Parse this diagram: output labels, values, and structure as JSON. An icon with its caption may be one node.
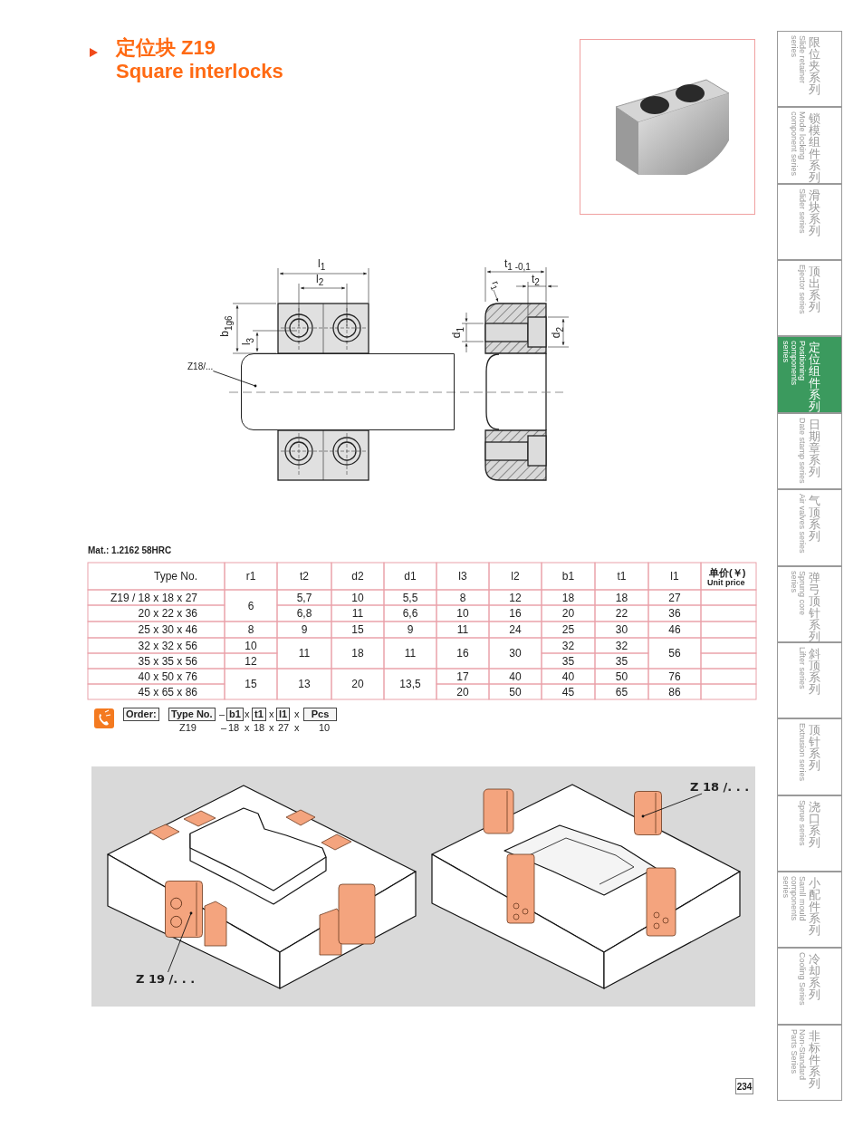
{
  "diagram": {
    "title": "定位块 Z19",
    "nodes": [
      {
        "text": [
          "Z18/..."
        ]
      },
      {
        "text": [],
        "shape": "bar"
      },
      {
        "text": [
          "Order:"
        ]
      },
      {
        "text": [
          "Type No."
        ]
      },
      {
        "text": [
          "b1"
        ]
      },
      {
        "text": [
          "t1"
        ]
      },
      {
        "text": [
          "l1"
        ]
      },
      {
        "text": [
          "Pcs"
        ]
      },
      {
        "text": [
          "Z 18 /. . ."
        ]
      },
      {
        "text": [],
        "shape": "picture"
      },
      {
        "text": [
          "Z 19 /. . ."
        ]
      },
      {
        "text": [],
        "shape": "picture"
      },
      {
        "text": [
          "234"
        ]
      },
      {
        "text": [
          "限位夹系列",
          "Slide retainer series"
        ]
      },
      {
        "text": [
          "锁模组件系列",
          "Mode locking component series"
        ]
      },
      {
        "text": [
          "滑块系列",
          "Slider series"
        ]
      },
      {
        "text": [
          "顶出系列",
          "Ejector series"
        ]
      },
      {
        "text": [
          "定位组件系列",
          "Positioning components series"
        ]
      },
      {
        "text": [
          "日期章系列",
          "Date stamp series"
        ]
      },
      {
        "text": [
          "气顶系列",
          "Air valves series"
        ]
      },
      {
        "text": [
          "弹弓顶针系列",
          "Sprung core series"
        ]
      },
      {
        "text": [
          "斜顶系列",
          "Lifter series"
        ]
      },
      {
        "text": [
          "顶针系列",
          "Extrusion series"
        ]
      },
      {
        "text": [
          "浇口系列",
          "Sprue series"
        ]
      },
      {
        "text": [
          "小配件系列",
          "Samll mould components series"
        ]
      },
      {
        "text": [
          "冷却系列",
          "Cooling Series"
        ]
      },
      {
        "text": [
          "非标件系列",
          "Non-Standard Parts Series"
        ]
      }
    ],
    "edges": [
      {
        "from": 0,
        "to": 1,
        "arrow": "other"
      },
      {
        "from": 8,
        "to": 9,
        "arrow": "other"
      },
      {
        "from": 10,
        "to": 11,
        "arrow": "other"
      }
    ],
    "labels": [
      "Square interlocks",
      "l$_{1}$",
      "l$_{2}$",
      "b$_{1g6}$",
      "l$_{3}$",
      "t$_{1 -0,1}$",
      "t$_{2}$",
      "r$_{1}$",
      "d$_{1}$",
      "d$_{2}$",
      "Mat.: 1.2162 58HRC",
      "Type No.",
      "r1",
      "t2",
      "d2",
      "d1",
      "l3",
      "l2",
      "b1",
      "t1",
      "l1",
      "单价(￥)",
      "Unit price",
      "Z19 / 18 x 18 x 27",
      "6",
      "5,7",
      "10",
      "5,5",
      "8",
      "12",
      "18",
      "18",
      "27",
      "20 x 22 x 36",
      "6,8",
      "11",
      "6,6",
      "10",
      "16",
      "20",
      "22",
      "36",
      "25 x 30 x 46",
      "8",
      "9",
      "15",
      "9",
      "11",
      "24",
      "25",
      "30",
      "46",
      "32 x 32 x 56",
      "10",
      "11",
      "18",
      "11",
      "16",
      "30",
      "32",
      "32",
      "56",
      "35 x 35 x 56",
      "12",
      "35",
      "35",
      "40 x 50 x 76",
      "15",
      "13",
      "20",
      "13,5",
      "17",
      "40",
      "40",
      "50",
      "76",
      "45 x 65 x 86",
      "20",
      "50",
      "45",
      "65",
      "86",
      "–",
      "x",
      "x",
      "x",
      "Z19",
      "–",
      "18",
      "x",
      "18",
      "x",
      "27",
      "x",
      "10"
    ]
  }
}
